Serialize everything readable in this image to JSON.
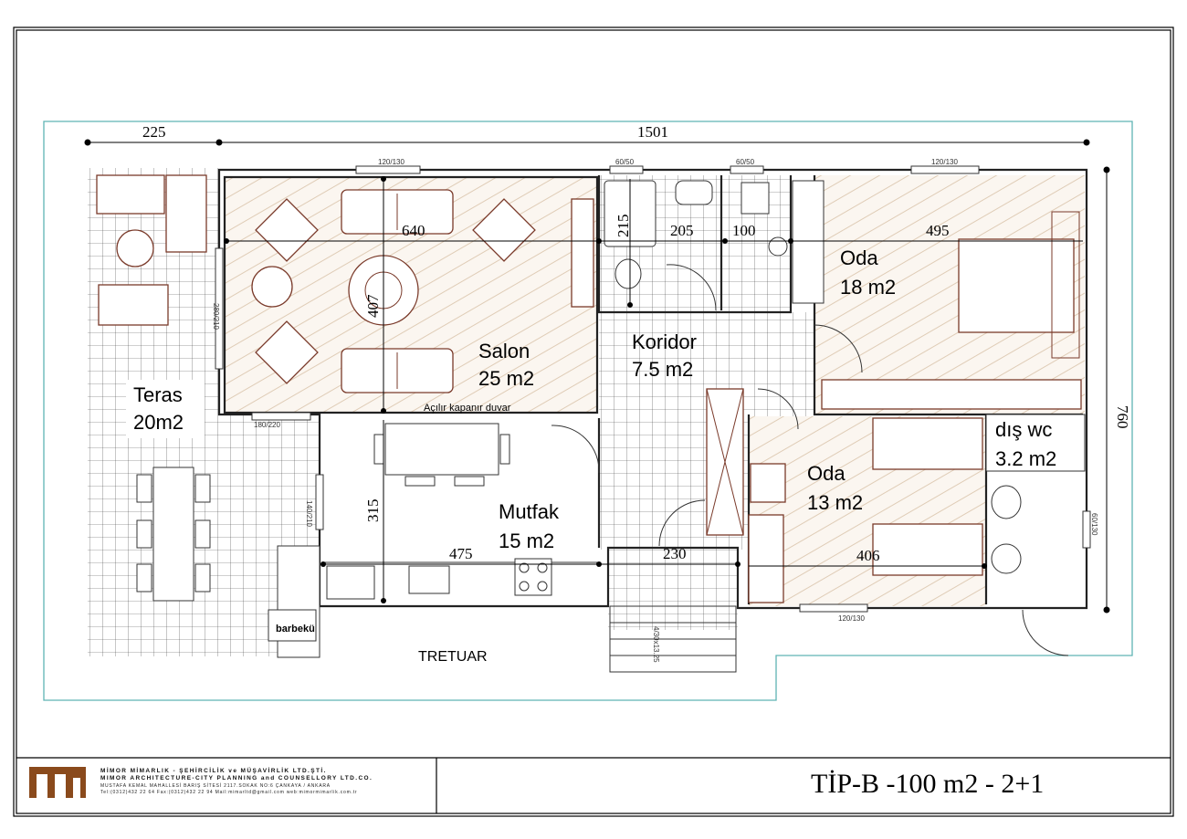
{
  "rooms": {
    "teras": {
      "name": "Teras",
      "area": "20m2"
    },
    "salon": {
      "name": "Salon",
      "area": "25 m2"
    },
    "koridor": {
      "name": "Koridor",
      "area": "7.5 m2"
    },
    "oda1": {
      "name": "Oda",
      "area": "18 m2"
    },
    "oda2": {
      "name": "Oda",
      "area": "13 m2"
    },
    "dis_wc": {
      "name": "dış wc",
      "area": "3.2 m2"
    },
    "mutfak": {
      "name": "Mutfak",
      "area": "15 m2"
    }
  },
  "dimensions": {
    "terrace_width": "225",
    "total_width": "1501",
    "salon_width": "640",
    "salon_depth": "407",
    "bath_depth": "215",
    "bath_width": "205",
    "wc_width": "100",
    "oda1_width": "495",
    "total_depth": "760",
    "kitchen_depth": "315",
    "kitchen_width": "475",
    "entry_width": "230",
    "oda2_width": "406"
  },
  "openings": {
    "w_salon": "120/130",
    "w_bath1": "60/50",
    "w_bath2": "60/50",
    "w_oda1": "120/130",
    "door_teras": "280/210",
    "door_kitchen_teras": "180/220",
    "door_kitchen_side": "140/210",
    "w_wc": "60/130",
    "w_oda2": "120/130",
    "stairs": "4/30x13.25"
  },
  "notes": {
    "folding_wall": "Açılır kapanır duvar",
    "barbecue": "barbekü",
    "sidewalk": "TRETUAR"
  },
  "title_block": {
    "firm_line1": "MİMOR MİMARLIK - ŞEHİRCİLİK ve MÜŞAVİRLİK LTD.ŞTİ.",
    "firm_line2": "MIMOR ARCHITECTURE-CITY PLANNING and COUNSELLORY LTD.CO.",
    "firm_line3": "MUSTAFA KEMAL MAHALLESİ BARIŞ SİTESİ 2117.SOKAK NO:6 ÇANKAYA / ANKARA",
    "firm_line4": "Tel:(0312)432 22 64 Fax:(0312)432 22 94 Mail:mimarltd@gmail.com web:mimormimarlik.com.tr",
    "sheet_title": "TİP-B -100 m2 - 2+1"
  },
  "colors": {
    "site_boundary": "#5fb3b3",
    "furniture": "#7a3a2a",
    "logo": "#8a4a1c"
  }
}
